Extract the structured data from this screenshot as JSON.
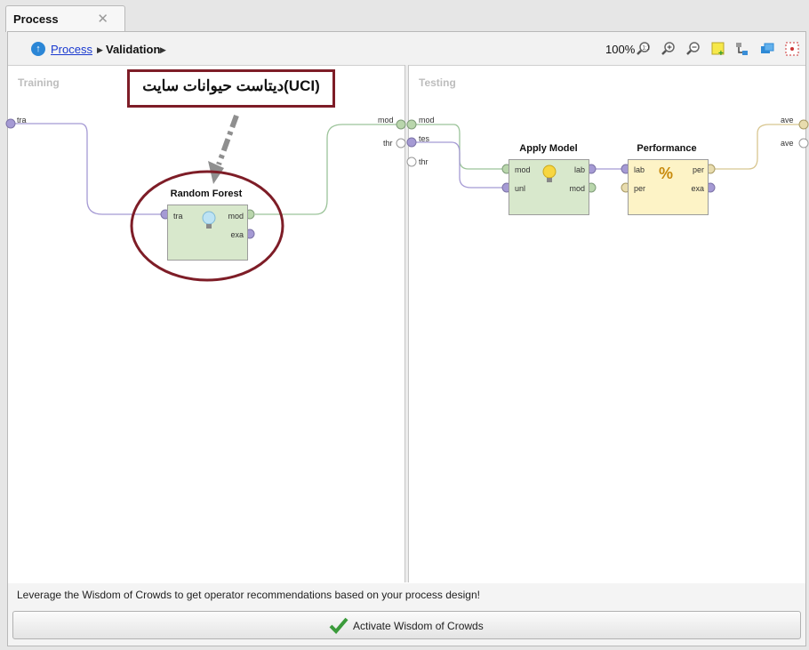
{
  "tab": {
    "title": "Process",
    "close_icon": "close-icon"
  },
  "breadcrumb": {
    "process_link": "Process",
    "current": "Validation"
  },
  "toolbar": {
    "zoom_level": "100%",
    "icons": [
      "zoom-fit-icon",
      "zoom-in-icon",
      "zoom-out-icon",
      "add-note-icon",
      "auto-wire-icon",
      "arrange-icon",
      "select-icon"
    ]
  },
  "panels": {
    "training": "Training",
    "testing": "Testing"
  },
  "training": {
    "in_port": "tra",
    "out_ports": [
      "mod",
      "thr"
    ],
    "operator": {
      "name": "Random Forest",
      "in": [
        "tra"
      ],
      "out": [
        "mod",
        "exa"
      ],
      "color": "#d8e8cc"
    }
  },
  "testing": {
    "in_ports": [
      "mod",
      "tes",
      "thr"
    ],
    "out_ports": [
      "ave",
      "ave"
    ],
    "apply_model": {
      "name": "Apply Model",
      "in": [
        "mod",
        "unl"
      ],
      "out": [
        "lab",
        "mod"
      ],
      "color": "#d8e8cc"
    },
    "performance": {
      "name": "Performance",
      "in": [
        "lab",
        "per"
      ],
      "out": [
        "per",
        "exa"
      ],
      "color": "#fdf3c6",
      "glyph": "%"
    }
  },
  "annotation": {
    "text": "دیتاست حیوانات سایت(UCI)",
    "color": "#7e1d27"
  },
  "footer": {
    "message": "Leverage the Wisdom of Crowds to get operator recommendations based on your process design!",
    "button_label": "Activate Wisdom of Crowds"
  }
}
